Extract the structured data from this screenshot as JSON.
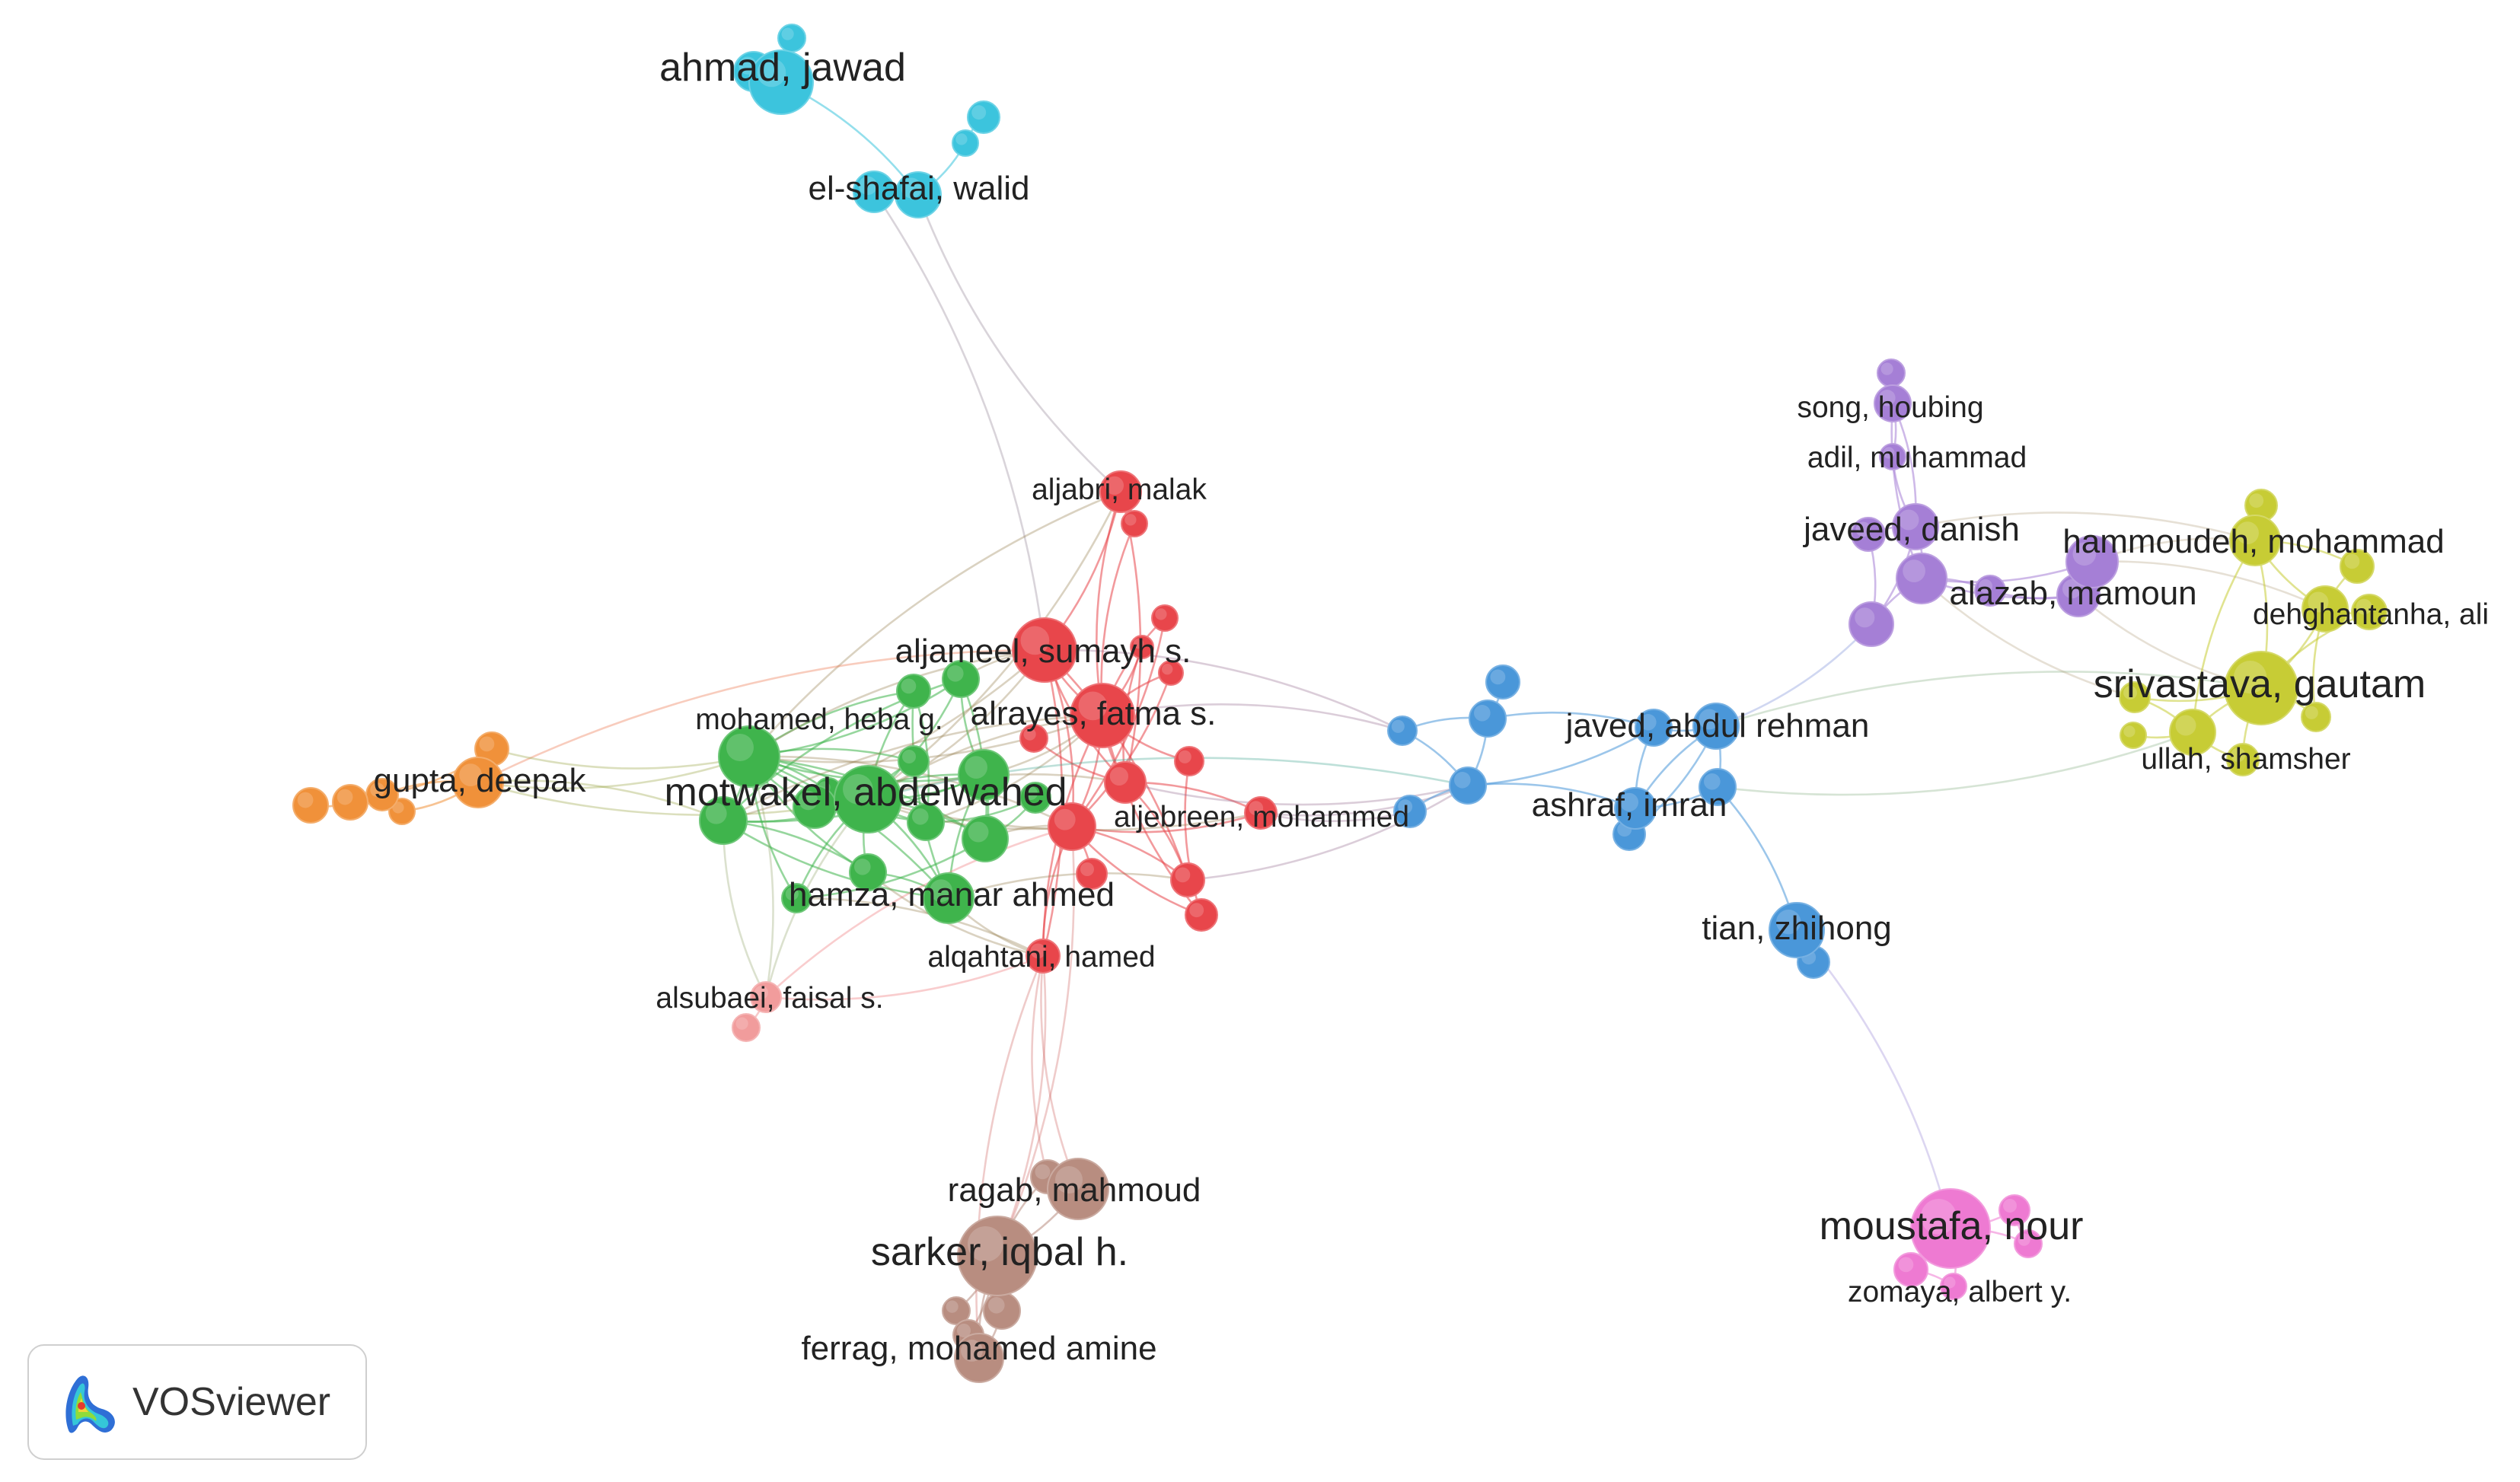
{
  "brand": {
    "name": "VOSviewer"
  },
  "clusters": {
    "red": "#e8464b",
    "green": "#3fb44c",
    "blue": "#4a97d9",
    "cyan": "#3cc4dd",
    "orange": "#f0913a",
    "purple": "#a57fd6",
    "yellow": "#c7cc35",
    "pink": "#ee7ad2",
    "brown": "#b88d80",
    "lightred": "#f19c9c"
  },
  "labels": {
    "ahmad_jawad": "ahmad, jawad",
    "el_shafai_walid": "el-shafai, walid",
    "aljabri_malak": "aljabri, malak",
    "aljameel_sumayh": "aljameel, sumayh s.",
    "mohamed_heba": "mohamed, heba g.",
    "alrayes_fatma": "alrayes, fatma s.",
    "gupta_deepak": "gupta, deepak",
    "motwakel_abdelwahed": "motwakel, abdelwahed",
    "aljebreen_mohammed": "aljebreen, mohammed",
    "hamza_manar": "hamza, manar ahmed",
    "alqahtani_hamed": "alqahtani, hamed",
    "alsubaei_faisal": "alsubaei, faisal s.",
    "ragab_mahmoud": "ragab, mahmoud",
    "sarker_iqbal": "sarker, iqbal h.",
    "ferrag_mohamed": "ferrag, mohamed amine",
    "javed_abdul": "javed, abdul rehman",
    "ashraf_imran": "ashraf, imran",
    "tian_zhihong": "tian, zhihong",
    "moustafa_nour": "moustafa, nour",
    "zomaya_albert": "zomaya, albert y.",
    "song_houbing": "song, houbing",
    "adil_muhammad": "adil, muhammad",
    "javeed_danish": "javeed, danish",
    "alazab_mamoun": "alazab, mamoun",
    "hammoudeh_mohammad": "hammoudeh, mohammad",
    "dehghantanha_ali": "dehghantanha, ali",
    "srivastava_gautam": "srivastava, gautam",
    "ullah_shamsher": "ullah, shamsher"
  }
}
